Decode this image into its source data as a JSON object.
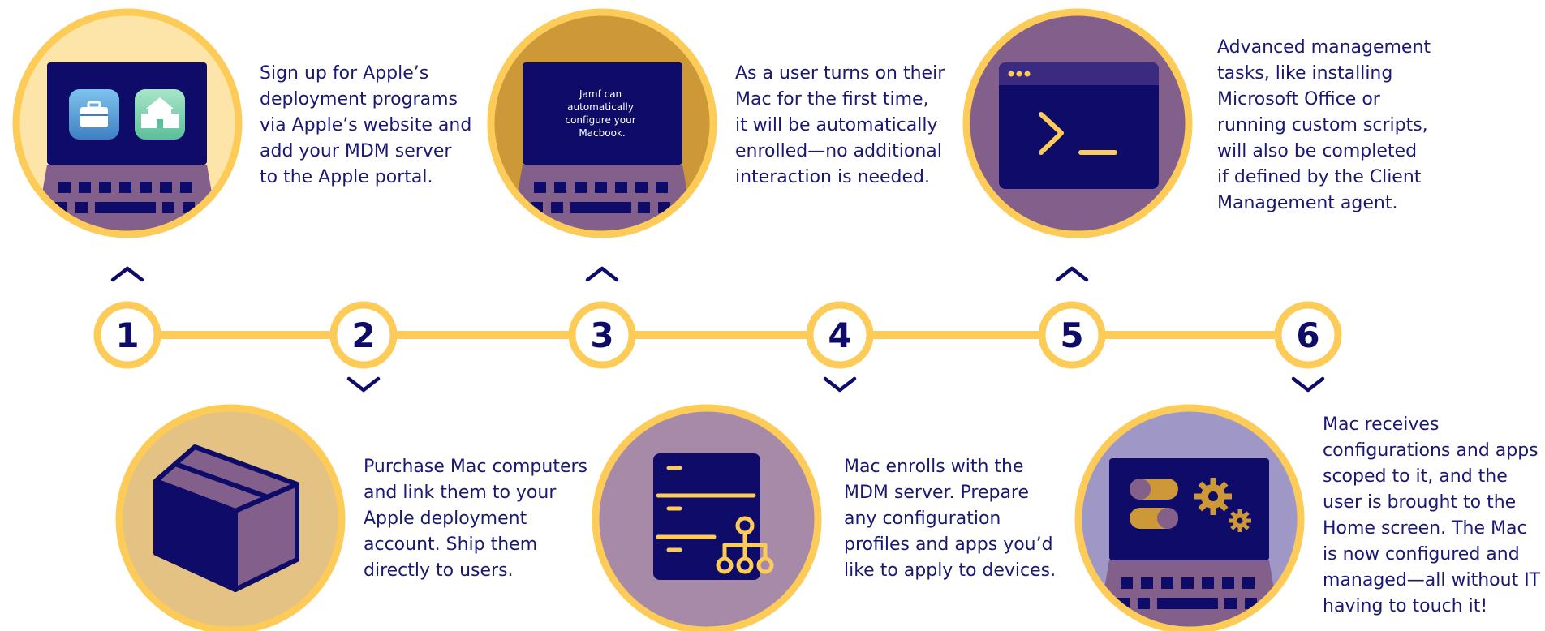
{
  "steps": [
    {
      "number": "1",
      "text": "Sign up for Apple’s\ndeployment programs\nvia Apple’s website and\nadd your MDM server\nto the Apple portal.",
      "icon": "laptop-deployment-apps-icon"
    },
    {
      "number": "2",
      "text": "Purchase Mac computers\nand link them to your\nApple deployment\naccount. Ship them\ndirectly to users.",
      "icon": "shipping-box-icon"
    },
    {
      "number": "3",
      "text": "As a user turns on their\nMac for the first time,\nit will be automatically\nenrolled—no additional\ninteraction is needed.",
      "icon": "laptop-auto-configure-icon",
      "screen_text": "Jamf can\nautomatically\nconfigure your\nMacbook."
    },
    {
      "number": "4",
      "text": "Mac enrolls with the\nMDM server. Prepare\nany configuration\nprofiles and apps you’d\nlike to apply to devices.",
      "icon": "configuration-profile-document-icon"
    },
    {
      "number": "5",
      "text": "Advanced management\ntasks, like installing\nMicrosoft Office or\nrunning custom scripts,\nwill also be completed\nif defined by the Client\nManagement agent.",
      "icon": "terminal-window-icon"
    },
    {
      "number": "6",
      "text": "Mac receives\nconfigurations and apps\nscoped to it, and the\nuser is brought to the\nHome screen. The Mac\nis now configured and\nmanaged—all without IT\nhaving to touch it!",
      "icon": "laptop-settings-toggles-icon"
    }
  ],
  "colors": {
    "navy": "#0e0c68",
    "gold": "#fdcb58",
    "purple": "#835f8b",
    "text": "#1a1872",
    "bg1": "#fde4a8",
    "bg2": "#e4c283",
    "bg3": "#cc9838",
    "bg4": "#a68aa8",
    "bg5": "#835f8b",
    "bg6": "#9f98c6"
  }
}
